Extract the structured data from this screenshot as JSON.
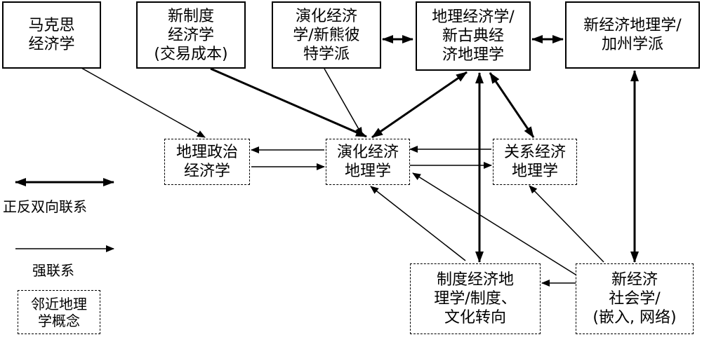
{
  "nodes": {
    "marx": "马克思\n经济学",
    "new_institutional": "新制度\n经济学\n(交易成本)",
    "evo_neo_schumpeter": "演化经济\n学/新熊彼\n特学派",
    "geo_econ_neoclassical": "地理经济学/\n新古典经\n济地理学",
    "new_econ_geo_california": "新经济地理学/\n加州学派",
    "geopolitical_econ": "地理政治\n经济学",
    "evolutionary_econ_geo": "演化经济\n地理学",
    "relational_econ_geo": "关系经济\n地理学",
    "institutional_econ_geo": "制度经济地\n理学/制度、\n文化转向",
    "new_econ_sociology": "新经济\n社会学/\n(嵌入, 网络)"
  },
  "legend": {
    "bidirectional": "正反双向联系",
    "strong": "强联系",
    "adjacent": "邻近地理\n学概念"
  }
}
